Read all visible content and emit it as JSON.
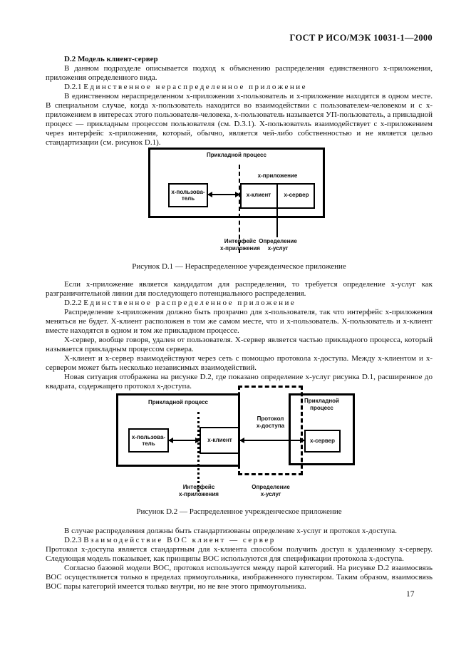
{
  "header": {
    "doc_code": "ГОСТ Р ИСО/МЭК 10031-1—2000"
  },
  "page_number": "17",
  "section": {
    "heading": "D.2 Модель клиент-сервер",
    "intro": "В данном подразделе описывается подход к объяснению распределения единственного x-приложения, приложения определенного вида."
  },
  "sub_d21": {
    "num": "D.2.1",
    "title": "Единственное нераспределенное приложение",
    "body": "В единственном нераспределенном x-приложении x-пользователь и x-приложение находятся в одном месте. В специальном случае, когда x-пользователь находится во взаимодействии с пользователем-человеком и с x-приложением в интересах этого пользователя-человека, x-пользователь называется УП-пользователь, а прикладной процесс — прикладным процессом пользователя (см. D.3.1). X-пользователь взаимодействует с x-приложением через интерфейс x-приложения, который, обычно, является чей-либо собственностью и не является целью стандартизации (см. рисунок D.1)."
  },
  "figure_d1": {
    "caption": "Рисунок D.1 — Нераспределенное учрежденческое приложение",
    "process_label": "Прикладной процесс",
    "application_label": "x-приложение",
    "user_line1": "x-пользова-",
    "user_line2": "тель",
    "client_label": "x-клиент",
    "server_label": "x-сервер",
    "interface_line1": "Интерфейс",
    "interface_line2": "x-приложения",
    "services_line1": "Определение",
    "services_line2": "x-услуг"
  },
  "after_d1": "Если x-приложение является кандидатом для распределения, то требуется определение x-услуг как разграничительной линии для последующего потенциального распределения.",
  "sub_d22": {
    "num": "D.2.2",
    "title": "Единственное распределенное приложение",
    "para1": "Распределение x-приложения должно быть прозрачно для x-пользователя, так что интерфейс x-приложения меняться не будет. X-клиент расположен в том же самом месте, что и x-пользователь. X-пользователь и x-клиент вместе находятся в одном и том же прикладном процессе.",
    "para2": "X-сервер, вообще говоря, удален от пользователя. X-сервер является частью прикладного процесса, который называется прикладным процессом сервера.",
    "para3": "X-клиент и x-сервер взаимодействуют через сеть с помощью протокола x-доступа. Между x-клиентом и x-сервером может быть несколько независимых взаимодействий.",
    "para4": "Новая ситуация отображена на рисунке D.2, где показано определение x-услуг рисунка D.1, расширенное до квадрата, содержащего протокол x-доступа."
  },
  "figure_d2": {
    "caption": "Рисунок D.2 — Распределенное учрежденческое приложение",
    "left_process_label": "Прикладной процесс",
    "right_process_line1": "Прикладной",
    "right_process_line2": "процесс",
    "protocol_line1": "Протокол",
    "protocol_line2": "x-доступа",
    "user_line1": "x-пользова-",
    "user_line2": "тель",
    "client_label": "x-клиент",
    "server_label": "x-сервер",
    "interface_line1": "Интерфейс",
    "interface_line2": "x-приложения",
    "services_line1": "Определение",
    "services_line2": "x-услуг"
  },
  "after_d2": "В случае распределения должны быть стандартизованы определение x-услуг и протокол x-доступа.",
  "sub_d23": {
    "num": "D.2.3",
    "title": "Взаимодействие ВОС клиент — сервер",
    "para1": "Протокол x-доступа является стандартным для x-клиента способом получить доступ к удаленному x-серверу. Следующая модель показывает, как принципы ВОС используются для спецификации протокола x-доступа.",
    "para2": "Согласно базовой модели ВОС, протокол используется между парой категорий. На рисунке D.2 взаимосвязь ВОС осуществляется только в пределах прямоугольника, изображенного пунктиром. Таким образом, взаимосвязь ВОС пары категорий имеется только внутри, но не вне этого прямоугольника."
  }
}
